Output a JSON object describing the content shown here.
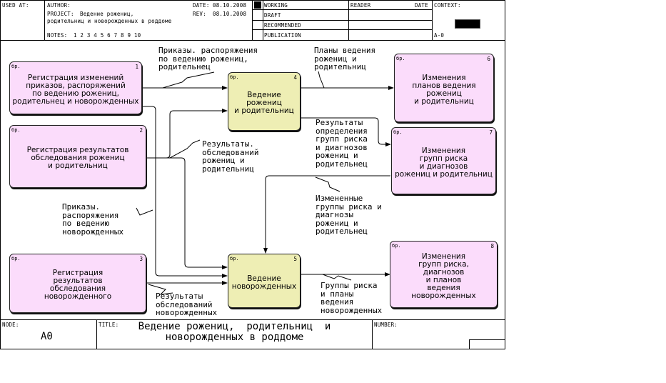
{
  "header": {
    "used_at_label": "USED AT:",
    "author_label": "AUTHOR:",
    "project_label": "PROJECT:",
    "project_line1": "Ведение рожениц,",
    "project_line2": "родительниц и новорожденных в роддоме",
    "date_label": "DATE:",
    "date_value": "08.10.2008",
    "rev_label": "REV:",
    "rev_value": "08.10.2008",
    "notes_label": "NOTES:",
    "notes_numbers": "1  2  3  4  5  6  7  8  9  10",
    "statuses": [
      "WORKING",
      "DRAFT",
      "RECOMMENDED",
      "PUBLICATION"
    ],
    "reader_label": "READER",
    "reader_date_label": "DATE",
    "context_label": "CONTEXT:",
    "context_node": "A-0"
  },
  "boxes": [
    {
      "num": "1",
      "prefix": "бр.",
      "text": "Регистрация изменений\nприказов, распоряжений\nпо ведению рожениц,\nродительнец и новорожденных"
    },
    {
      "num": "2",
      "prefix": "бр.",
      "text": "Регистрация результатов\nобследования рожениц\nи родительниц"
    },
    {
      "num": "3",
      "prefix": "бр.",
      "text": "Регистрация\nрезультатов\nобследования\nноворожденного"
    },
    {
      "num": "4",
      "prefix": "бр.",
      "text": "Ведение рожениц\nи родительниц"
    },
    {
      "num": "5",
      "prefix": "бр.",
      "text": "Ведение\nноворожденных"
    },
    {
      "num": "6",
      "prefix": "бр.",
      "text": "Изменения\nпланов ведения\nрожениц\nи родительниц"
    },
    {
      "num": "7",
      "prefix": "бр.",
      "text": "Изменения\nгрупп риска\nи диагнозов\nрожениц и родительниц"
    },
    {
      "num": "8",
      "prefix": "бр.",
      "text": "Изменения\nгрупп риска,\nдиагнозов\nи планов\nведения\nноворожденных"
    }
  ],
  "arrow_labels": [
    "Приказы. распоряжения\nпо ведению рожениц,\nродительнец",
    "Планы ведения\nрожениц и\nродительниц",
    "Результаты.\nобследований\nрожениц и\nродительниц",
    "Результаты\nопределения\nгрупп риска\nи диагнозов\nрожениц и\nродительнец",
    "Приказы.\nраспоряжения\nпо ведению\nноворожденных",
    "Измененные\nгруппы риска и\nдиагнозы\nрожениц и\nродительнец",
    "Результаты\nобследований\nноворожденных",
    "Группы риска\nи планы\nведения\nноворожденных"
  ],
  "footer": {
    "node_label": "NODE:",
    "node_value": "A0",
    "title_label": "TITLE:",
    "title_line1": "Ведение рожениц,  родительниц  и",
    "title_line2": "новорожденных в роддоме",
    "number_label": "NUMBER:"
  }
}
